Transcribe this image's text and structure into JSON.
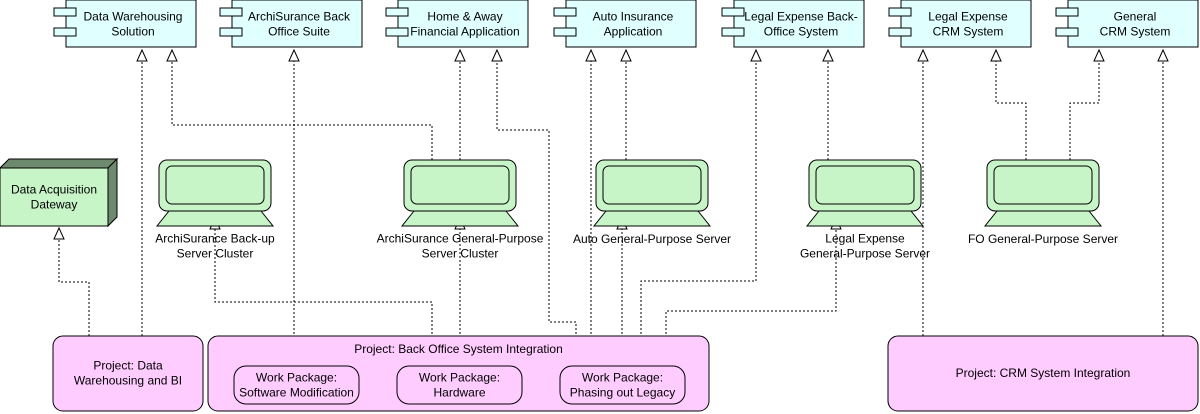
{
  "components": [
    {
      "id": "dws",
      "lines": [
        "Data Warehousing",
        "Solution"
      ]
    },
    {
      "id": "abo",
      "lines": [
        "ArchiSurance Back",
        "Office Suite"
      ]
    },
    {
      "id": "ha",
      "lines": [
        "Home & Away",
        "Financial Application"
      ]
    },
    {
      "id": "ai",
      "lines": [
        "Auto Insurance",
        "Application"
      ]
    },
    {
      "id": "lebo",
      "lines": [
        "Legal Expense Back-",
        "Office System"
      ]
    },
    {
      "id": "lecrm",
      "lines": [
        "Legal Expense",
        "CRM System"
      ]
    },
    {
      "id": "gcrm",
      "lines": [
        "General",
        "CRM System"
      ]
    }
  ],
  "node": {
    "lines": [
      "Data Acquisition",
      "Dateway"
    ]
  },
  "devices": [
    {
      "id": "backup",
      "lines": [
        "ArchiSurance Back-up",
        "Server Cluster"
      ]
    },
    {
      "id": "gp",
      "lines": [
        "ArchiSurance General-Purpose",
        "Server Cluster"
      ]
    },
    {
      "id": "auto",
      "lines": [
        "Auto General-Purpose Server"
      ]
    },
    {
      "id": "legal",
      "lines": [
        "Legal Expense",
        "General-Purpose Server"
      ]
    },
    {
      "id": "fo",
      "lines": [
        "FO General-Purpose Server"
      ]
    }
  ],
  "projects": [
    {
      "id": "dwbi",
      "lines": [
        "Project: Data",
        "Warehousing and BI"
      ]
    },
    {
      "id": "bosi",
      "lines": [
        "Project: Back Office System Integration"
      ]
    },
    {
      "id": "crm",
      "lines": [
        "Project: CRM System Integration"
      ]
    }
  ],
  "work_packages": [
    {
      "id": "wp1",
      "lines": [
        "Work Package:",
        "Software Modification"
      ]
    },
    {
      "id": "wp2",
      "lines": [
        "Work Package:",
        "Hardware"
      ]
    },
    {
      "id": "wp3",
      "lines": [
        "Work Package:",
        "Phasing out Legacy"
      ]
    }
  ],
  "colors": {
    "component_fill": "#e0ffff",
    "device_fill": "#c8f5c8",
    "node_fill": "#c8f5c8",
    "node_side": "#6e8a6e",
    "project_fill": "#ffccff",
    "stroke": "#000000"
  }
}
